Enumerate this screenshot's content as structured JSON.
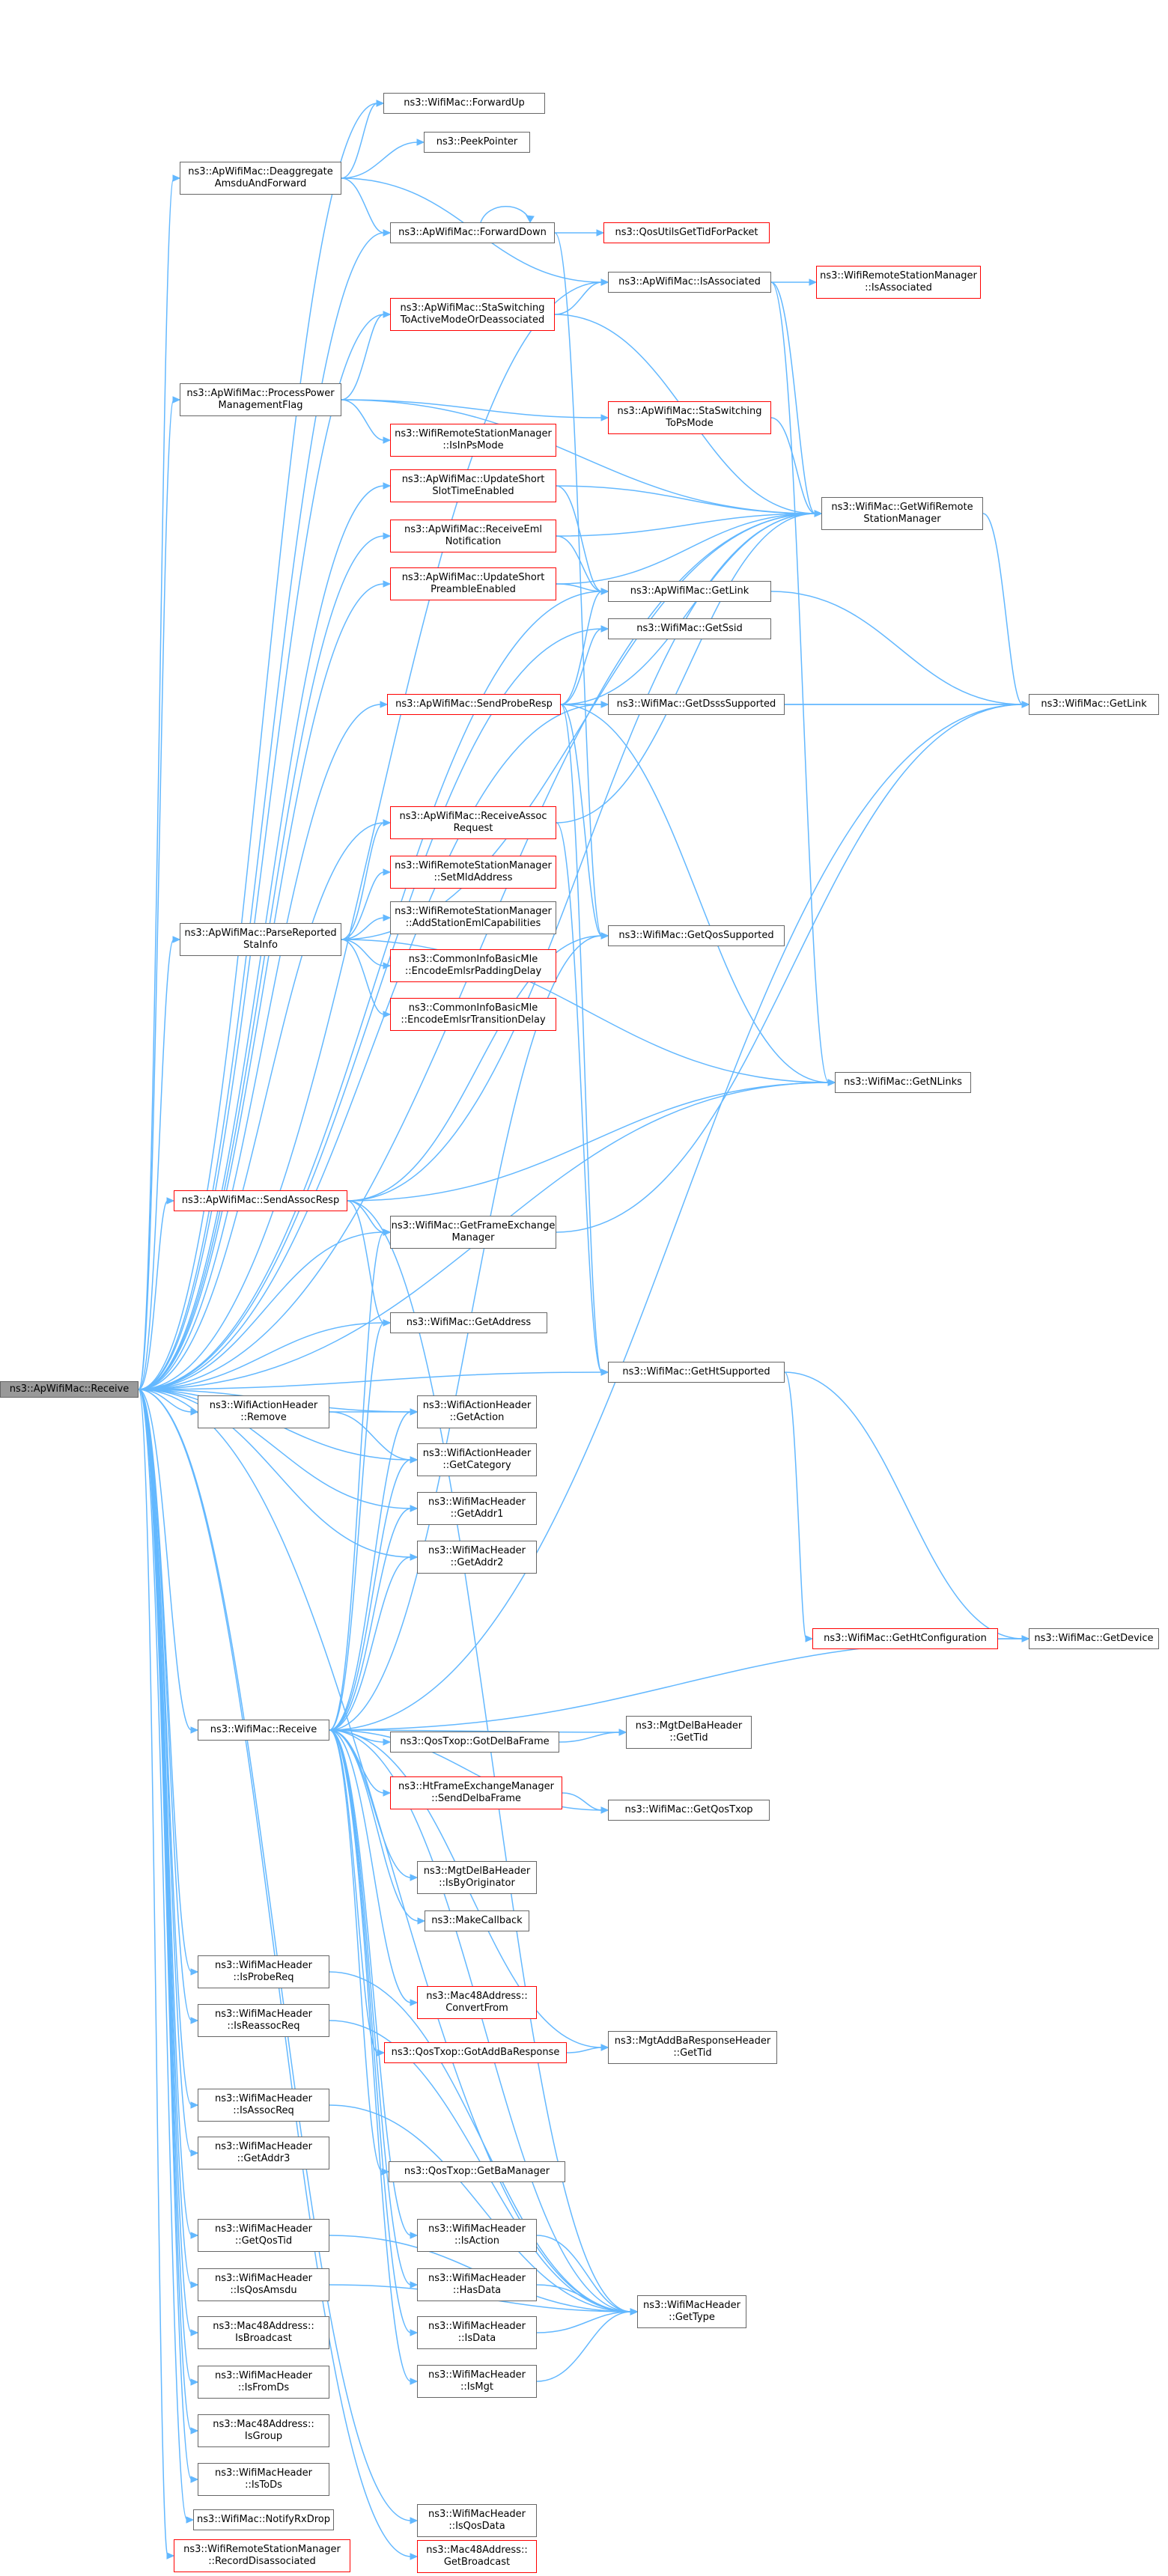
{
  "colors": {
    "edge": "#63b8ff",
    "node_border": "#666666",
    "node_border_link": "#ff0000",
    "root_fill": "#999999"
  },
  "nodes": [
    {
      "id": "root",
      "lines": [
        "ns3::ApWifiMac::Receive"
      ],
      "style": "root"
    },
    {
      "id": "fwdup",
      "lines": [
        "ns3::WifiMac::ForwardUp"
      ],
      "style": "normal"
    },
    {
      "id": "deagg",
      "lines": [
        "ns3::ApWifiMac::Deaggregate",
        "AmsduAndForward"
      ],
      "style": "normal"
    },
    {
      "id": "peek",
      "lines": [
        "ns3::PeekPointer"
      ],
      "style": "normal"
    },
    {
      "id": "fwddown",
      "lines": [
        "ns3::ApWifiMac::ForwardDown"
      ],
      "style": "normal"
    },
    {
      "id": "qosutils",
      "lines": [
        "ns3::QosUtilsGetTidForPacket"
      ],
      "style": "red"
    },
    {
      "id": "isassoc",
      "lines": [
        "ns3::ApWifiMac::IsAssociated"
      ],
      "style": "normal"
    },
    {
      "id": "rsmisassoc",
      "lines": [
        "ns3::WifiRemoteStationManager",
        "::IsAssociated"
      ],
      "style": "red"
    },
    {
      "id": "staswdis",
      "lines": [
        "ns3::ApWifiMac::StaSwitching",
        "ToActiveModeOrDeassociated"
      ],
      "style": "red"
    },
    {
      "id": "procpm",
      "lines": [
        "ns3::ApWifiMac::ProcessPower",
        "ManagementFlag"
      ],
      "style": "normal"
    },
    {
      "id": "stasw",
      "lines": [
        "ns3::ApWifiMac::StaSwitching",
        "ToPsMode"
      ],
      "style": "red"
    },
    {
      "id": "isinps",
      "lines": [
        "ns3::WifiRemoteStationManager",
        "::IsInPsMode"
      ],
      "style": "red"
    },
    {
      "id": "updslot",
      "lines": [
        "ns3::ApWifiMac::UpdateShort",
        "SlotTimeEnabled"
      ],
      "style": "red"
    },
    {
      "id": "getrsm",
      "lines": [
        "ns3::WifiMac::GetWifiRemote",
        "StationManager"
      ],
      "style": "normal"
    },
    {
      "id": "recveml",
      "lines": [
        "ns3::ApWifiMac::ReceiveEml",
        "Notification"
      ],
      "style": "red"
    },
    {
      "id": "updpre",
      "lines": [
        "ns3::ApWifiMac::UpdateShort",
        "PreambleEnabled"
      ],
      "style": "red"
    },
    {
      "id": "apgetlink",
      "lines": [
        "ns3::ApWifiMac::GetLink"
      ],
      "style": "normal"
    },
    {
      "id": "getssid",
      "lines": [
        "ns3::WifiMac::GetSsid"
      ],
      "style": "normal"
    },
    {
      "id": "sendprobe",
      "lines": [
        "ns3::ApWifiMac::SendProbeResp"
      ],
      "style": "red"
    },
    {
      "id": "getdsss",
      "lines": [
        "ns3::WifiMac::GetDsssSupported"
      ],
      "style": "normal"
    },
    {
      "id": "getlink",
      "lines": [
        "ns3::WifiMac::GetLink"
      ],
      "style": "normal"
    },
    {
      "id": "recvassoc",
      "lines": [
        "ns3::ApWifiMac::ReceiveAssoc",
        "Request"
      ],
      "style": "red"
    },
    {
      "id": "setmld",
      "lines": [
        "ns3::WifiRemoteStationManager",
        "::SetMldAddress"
      ],
      "style": "red"
    },
    {
      "id": "parsesta",
      "lines": [
        "ns3::ApWifiMac::ParseReported",
        "StaInfo"
      ],
      "style": "normal"
    },
    {
      "id": "addeml",
      "lines": [
        "ns3::WifiRemoteStationManager",
        "::AddStationEmlCapabilities"
      ],
      "style": "normal"
    },
    {
      "id": "getqos",
      "lines": [
        "ns3::WifiMac::GetQosSupported"
      ],
      "style": "normal"
    },
    {
      "id": "encpad",
      "lines": [
        "ns3::CommonInfoBasicMle",
        "::EncodeEmlsrPaddingDelay"
      ],
      "style": "red"
    },
    {
      "id": "enctrans",
      "lines": [
        "ns3::CommonInfoBasicMle",
        "::EncodeEmlsrTransitionDelay"
      ],
      "style": "red"
    },
    {
      "id": "getnlinks",
      "lines": [
        "ns3::WifiMac::GetNLinks"
      ],
      "style": "normal"
    },
    {
      "id": "sendassoc",
      "lines": [
        "ns3::ApWifiMac::SendAssocResp"
      ],
      "style": "red"
    },
    {
      "id": "getfem",
      "lines": [
        "ns3::WifiMac::GetFrameExchange",
        "Manager"
      ],
      "style": "normal"
    },
    {
      "id": "getaddr",
      "lines": [
        "ns3::WifiMac::GetAddress"
      ],
      "style": "normal"
    },
    {
      "id": "getht",
      "lines": [
        "ns3::WifiMac::GetHtSupported"
      ],
      "style": "normal"
    },
    {
      "id": "ahremove",
      "lines": [
        "ns3::WifiActionHeader",
        "::Remove"
      ],
      "style": "normal"
    },
    {
      "id": "ahgetaction",
      "lines": [
        "ns3::WifiActionHeader",
        "::GetAction"
      ],
      "style": "normal"
    },
    {
      "id": "ahgetcat",
      "lines": [
        "ns3::WifiActionHeader",
        "::GetCategory"
      ],
      "style": "normal"
    },
    {
      "id": "getaddr1",
      "lines": [
        "ns3::WifiMacHeader",
        "::GetAddr1"
      ],
      "style": "normal"
    },
    {
      "id": "getaddr2",
      "lines": [
        "ns3::WifiMacHeader",
        "::GetAddr2"
      ],
      "style": "normal"
    },
    {
      "id": "gethtconf",
      "lines": [
        "ns3::WifiMac::GetHtConfiguration"
      ],
      "style": "red"
    },
    {
      "id": "getdevice",
      "lines": [
        "ns3::WifiMac::GetDevice"
      ],
      "style": "normal"
    },
    {
      "id": "wmreceive",
      "lines": [
        "ns3::WifiMac::Receive"
      ],
      "style": "normal"
    },
    {
      "id": "gotdelba",
      "lines": [
        "ns3::QosTxop::GotDelBaFrame"
      ],
      "style": "normal"
    },
    {
      "id": "delbatid",
      "lines": [
        "ns3::MgtDelBaHeader",
        "::GetTid"
      ],
      "style": "normal"
    },
    {
      "id": "senddelba",
      "lines": [
        "ns3::HtFrameExchangeManager",
        "::SendDelbaFrame"
      ],
      "style": "red"
    },
    {
      "id": "getqostxop",
      "lines": [
        "ns3::WifiMac::GetQosTxop"
      ],
      "style": "normal"
    },
    {
      "id": "isbyorig",
      "lines": [
        "ns3::MgtDelBaHeader",
        "::IsByOriginator"
      ],
      "style": "normal"
    },
    {
      "id": "makecb",
      "lines": [
        "ns3::MakeCallback"
      ],
      "style": "normal"
    },
    {
      "id": "isprobereq",
      "lines": [
        "ns3::WifiMacHeader",
        "::IsProbeReq"
      ],
      "style": "normal"
    },
    {
      "id": "isreassoc",
      "lines": [
        "ns3::WifiMacHeader",
        "::IsReassocReq"
      ],
      "style": "normal"
    },
    {
      "id": "convfrom",
      "lines": [
        "ns3::Mac48Address::",
        "ConvertFrom"
      ],
      "style": "red"
    },
    {
      "id": "addbatid",
      "lines": [
        "ns3::MgtAddBaResponseHeader",
        "::GetTid"
      ],
      "style": "normal"
    },
    {
      "id": "gotaddba",
      "lines": [
        "ns3::QosTxop::GotAddBaResponse"
      ],
      "style": "red"
    },
    {
      "id": "isassocreq",
      "lines": [
        "ns3::WifiMacHeader",
        "::IsAssocReq"
      ],
      "style": "normal"
    },
    {
      "id": "getaddr3",
      "lines": [
        "ns3::WifiMacHeader",
        "::GetAddr3"
      ],
      "style": "normal"
    },
    {
      "id": "getbaman",
      "lines": [
        "ns3::QosTxop::GetBaManager"
      ],
      "style": "normal"
    },
    {
      "id": "getqostid",
      "lines": [
        "ns3::WifiMacHeader",
        "::GetQosTid"
      ],
      "style": "normal"
    },
    {
      "id": "isaction",
      "lines": [
        "ns3::WifiMacHeader",
        "::IsAction"
      ],
      "style": "normal"
    },
    {
      "id": "isqosamsdu",
      "lines": [
        "ns3::WifiMacHeader",
        "::IsQosAmsdu"
      ],
      "style": "normal"
    },
    {
      "id": "hasdata",
      "lines": [
        "ns3::WifiMacHeader",
        "::HasData"
      ],
      "style": "normal"
    },
    {
      "id": "isbcast",
      "lines": [
        "ns3::Mac48Address::",
        "IsBroadcast"
      ],
      "style": "normal"
    },
    {
      "id": "gettype",
      "lines": [
        "ns3::WifiMacHeader",
        "::GetType"
      ],
      "style": "normal"
    },
    {
      "id": "isdata",
      "lines": [
        "ns3::WifiMacHeader",
        "::IsData"
      ],
      "style": "normal"
    },
    {
      "id": "isfromds",
      "lines": [
        "ns3::WifiMacHeader",
        "::IsFromDs"
      ],
      "style": "normal"
    },
    {
      "id": "ismgt",
      "lines": [
        "ns3::WifiMacHeader",
        "::IsMgt"
      ],
      "style": "normal"
    },
    {
      "id": "isgroup",
      "lines": [
        "ns3::Mac48Address::",
        "IsGroup"
      ],
      "style": "normal"
    },
    {
      "id": "istods",
      "lines": [
        "ns3::WifiMacHeader",
        "::IsToDs"
      ],
      "style": "normal"
    },
    {
      "id": "notifyrx",
      "lines": [
        "ns3::WifiMac::NotifyRxDrop"
      ],
      "style": "normal"
    },
    {
      "id": "recdisassoc",
      "lines": [
        "ns3::WifiRemoteStationManager",
        "::RecordDisassociated"
      ],
      "style": "red"
    },
    {
      "id": "isqosdata",
      "lines": [
        "ns3::WifiMacHeader",
        "::IsQosData"
      ],
      "style": "normal"
    },
    {
      "id": "getbcast",
      "lines": [
        "ns3::Mac48Address::",
        "GetBroadcast"
      ],
      "style": "red"
    }
  ],
  "edges": [
    [
      "root",
      "fwdup"
    ],
    [
      "root",
      "deagg"
    ],
    [
      "root",
      "fwddown"
    ],
    [
      "root",
      "isassoc"
    ],
    [
      "root",
      "staswdis"
    ],
    [
      "root",
      "procpm"
    ],
    [
      "root",
      "updslot"
    ],
    [
      "root",
      "getrsm"
    ],
    [
      "root",
      "recveml"
    ],
    [
      "root",
      "updpre"
    ],
    [
      "root",
      "apgetlink"
    ],
    [
      "root",
      "getssid"
    ],
    [
      "root",
      "sendprobe"
    ],
    [
      "root",
      "getdsss"
    ],
    [
      "root",
      "recvassoc"
    ],
    [
      "root",
      "parsesta"
    ],
    [
      "root",
      "getnlinks"
    ],
    [
      "root",
      "sendassoc"
    ],
    [
      "root",
      "getfem"
    ],
    [
      "root",
      "getaddr"
    ],
    [
      "root",
      "getht"
    ],
    [
      "root",
      "ahremove"
    ],
    [
      "root",
      "ahgetaction"
    ],
    [
      "root",
      "ahgetcat"
    ],
    [
      "root",
      "getaddr1"
    ],
    [
      "root",
      "getaddr2"
    ],
    [
      "root",
      "wmreceive"
    ],
    [
      "root",
      "isprobereq"
    ],
    [
      "root",
      "isreassoc"
    ],
    [
      "root",
      "isassocreq"
    ],
    [
      "root",
      "getaddr3"
    ],
    [
      "root",
      "getqostid"
    ],
    [
      "root",
      "isqosamsdu"
    ],
    [
      "root",
      "isbcast"
    ],
    [
      "root",
      "isfromds"
    ],
    [
      "root",
      "isgroup"
    ],
    [
      "root",
      "istods"
    ],
    [
      "root",
      "notifyrx"
    ],
    [
      "root",
      "recdisassoc"
    ],
    [
      "root",
      "gettype"
    ],
    [
      "root",
      "isqosdata"
    ],
    [
      "root",
      "getbcast"
    ],
    [
      "deagg",
      "fwdup"
    ],
    [
      "deagg",
      "peek"
    ],
    [
      "deagg",
      "fwddown"
    ],
    [
      "deagg",
      "isassoc"
    ],
    [
      "fwddown",
      "fwddown"
    ],
    [
      "fwddown",
      "qosutils"
    ],
    [
      "fwddown",
      "getqos"
    ],
    [
      "isassoc",
      "rsmisassoc"
    ],
    [
      "isassoc",
      "getrsm"
    ],
    [
      "isassoc",
      "getnlinks"
    ],
    [
      "staswdis",
      "isassoc"
    ],
    [
      "staswdis",
      "getrsm"
    ],
    [
      "procpm",
      "staswdis"
    ],
    [
      "procpm",
      "stasw"
    ],
    [
      "procpm",
      "isinps"
    ],
    [
      "procpm",
      "getrsm"
    ],
    [
      "stasw",
      "getrsm"
    ],
    [
      "updslot",
      "getrsm"
    ],
    [
      "updslot",
      "apgetlink"
    ],
    [
      "recveml",
      "getrsm"
    ],
    [
      "recveml",
      "apgetlink"
    ],
    [
      "updpre",
      "apgetlink"
    ],
    [
      "updpre",
      "getrsm"
    ],
    [
      "getrsm",
      "getlink"
    ],
    [
      "apgetlink",
      "getlink"
    ],
    [
      "sendprobe",
      "apgetlink"
    ],
    [
      "sendprobe",
      "getssid"
    ],
    [
      "sendprobe",
      "getdsss"
    ],
    [
      "sendprobe",
      "getrsm"
    ],
    [
      "sendprobe",
      "getqos"
    ],
    [
      "sendprobe",
      "getht"
    ],
    [
      "sendprobe",
      "getnlinks"
    ],
    [
      "sendprobe",
      "getlink"
    ],
    [
      "getdsss",
      "getlink"
    ],
    [
      "recvassoc",
      "getrsm"
    ],
    [
      "recvassoc",
      "getht"
    ],
    [
      "parsesta",
      "recvassoc"
    ],
    [
      "parsesta",
      "setmld"
    ],
    [
      "parsesta",
      "addeml"
    ],
    [
      "parsesta",
      "encpad"
    ],
    [
      "parsesta",
      "enctrans"
    ],
    [
      "parsesta",
      "getnlinks"
    ],
    [
      "parsesta",
      "getrsm"
    ],
    [
      "sendassoc",
      "getrsm"
    ],
    [
      "sendassoc",
      "getqos"
    ],
    [
      "sendassoc",
      "getnlinks"
    ],
    [
      "sendassoc",
      "getfem"
    ],
    [
      "sendassoc",
      "getaddr"
    ],
    [
      "sendassoc",
      "gettype"
    ],
    [
      "getfem",
      "getlink"
    ],
    [
      "getht",
      "gethtconf"
    ],
    [
      "getht",
      "getdevice"
    ],
    [
      "gethtconf",
      "getdevice"
    ],
    [
      "ahremove",
      "ahgetaction"
    ],
    [
      "ahremove",
      "ahgetcat"
    ],
    [
      "wmreceive",
      "getaddr"
    ],
    [
      "wmreceive",
      "ahgetaction"
    ],
    [
      "wmreceive",
      "ahgetcat"
    ],
    [
      "wmreceive",
      "getaddr1"
    ],
    [
      "wmreceive",
      "getaddr2"
    ],
    [
      "wmreceive",
      "getqos"
    ],
    [
      "wmreceive",
      "getlink"
    ],
    [
      "wmreceive",
      "getdevice"
    ],
    [
      "wmreceive",
      "gotdelba"
    ],
    [
      "wmreceive",
      "delbatid"
    ],
    [
      "wmreceive",
      "senddelba"
    ],
    [
      "wmreceive",
      "getqostxop"
    ],
    [
      "wmreceive",
      "isbyorig"
    ],
    [
      "wmreceive",
      "makecb"
    ],
    [
      "wmreceive",
      "convfrom"
    ],
    [
      "wmreceive",
      "addbatid"
    ],
    [
      "wmreceive",
      "gotaddba"
    ],
    [
      "wmreceive",
      "getbaman"
    ],
    [
      "wmreceive",
      "isaction"
    ],
    [
      "wmreceive",
      "hasdata"
    ],
    [
      "wmreceive",
      "isdata"
    ],
    [
      "wmreceive",
      "ismgt"
    ],
    [
      "wmreceive",
      "gettype"
    ],
    [
      "wmreceive",
      "getfem"
    ],
    [
      "gotdelba",
      "delbatid"
    ],
    [
      "senddelba",
      "getqostxop"
    ],
    [
      "gotaddba",
      "addbatid"
    ],
    [
      "isprobereq",
      "gettype"
    ],
    [
      "isreassoc",
      "gettype"
    ],
    [
      "isassocreq",
      "gettype"
    ],
    [
      "isaction",
      "gettype"
    ],
    [
      "hasdata",
      "gettype"
    ],
    [
      "isdata",
      "gettype"
    ],
    [
      "ismgt",
      "gettype"
    ],
    [
      "isqosamsdu",
      "gettype"
    ],
    [
      "getqostid",
      "gettype"
    ]
  ]
}
